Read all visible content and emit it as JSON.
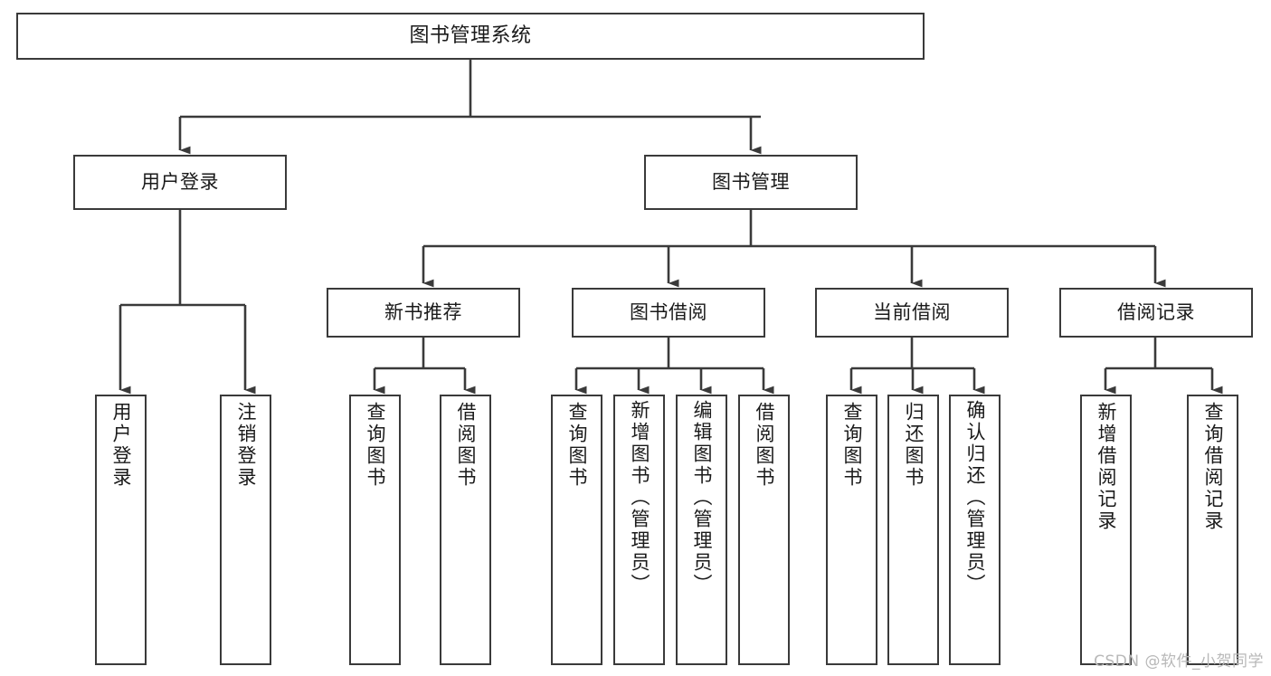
{
  "diagram": {
    "title": "图书管理系统",
    "watermark": "CSDN @软件_小贺同学",
    "type": "tree-hierarchy",
    "colors": {
      "background": "#ffffff",
      "box_border": "#3a3a3a",
      "connector": "#3a3a3a",
      "text": "#1a1a1a",
      "watermark": "#b8b8b8"
    },
    "root": {
      "label": "图书管理系统"
    },
    "level1": [
      {
        "label": "用户登录"
      },
      {
        "label": "图书管理"
      }
    ],
    "level2": [
      {
        "label": "新书推荐"
      },
      {
        "label": "图书借阅"
      },
      {
        "label": "当前借阅"
      },
      {
        "label": "借阅记录"
      }
    ],
    "leaves": {
      "user_login": [
        {
          "label": "用户登录"
        },
        {
          "label": "注销登录"
        }
      ],
      "new_book_recommend": [
        {
          "label": "查询图书"
        },
        {
          "label": "借阅图书"
        }
      ],
      "book_borrow": [
        {
          "label": "查询图书"
        },
        {
          "label": "新增图书（管理员）"
        },
        {
          "label": "编辑图书（管理员）"
        },
        {
          "label": "借阅图书"
        }
      ],
      "current_borrow": [
        {
          "label": "查询图书"
        },
        {
          "label": "归还图书"
        },
        {
          "label": "确认归还（管理员）"
        }
      ],
      "borrow_record": [
        {
          "label": "新增借阅记录"
        },
        {
          "label": "查询借阅记录"
        }
      ]
    }
  }
}
